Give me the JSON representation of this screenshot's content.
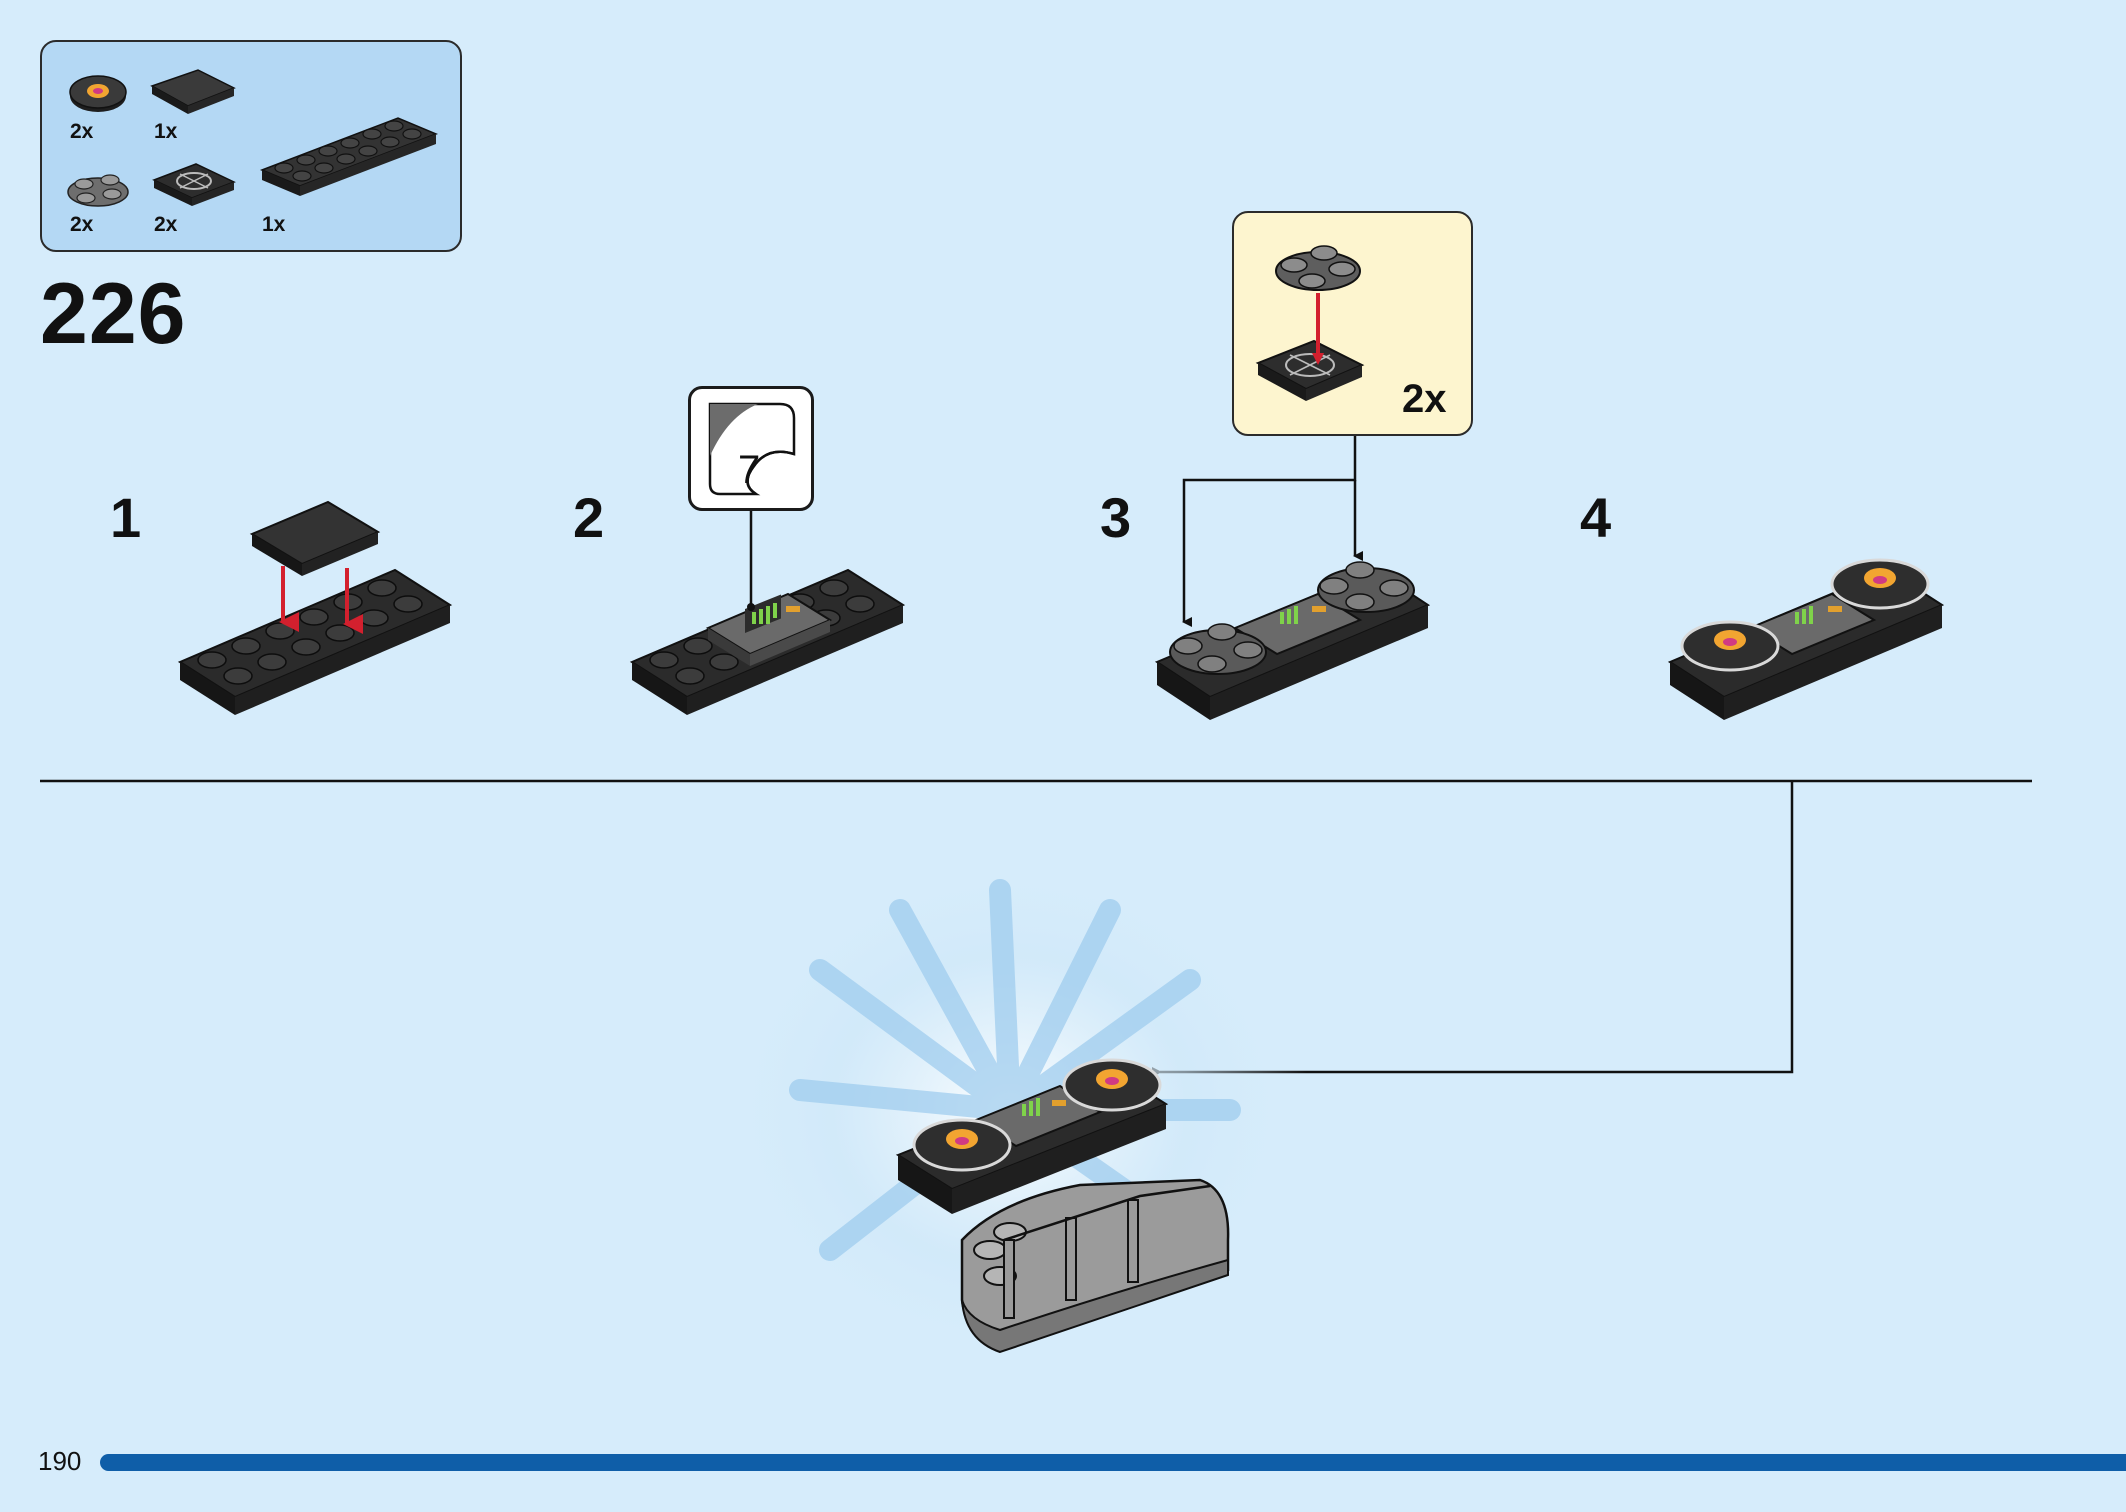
{
  "parts_list": [
    {
      "name": "round-tile-turntable",
      "qty": "2x"
    },
    {
      "name": "tile-2x2",
      "qty": "1x"
    },
    {
      "name": "round-plate-4-studs",
      "qty": "2x"
    },
    {
      "name": "turntable-base-2x2",
      "qty": "2x"
    },
    {
      "name": "plate-2x6",
      "qty": "1x"
    }
  ],
  "step": {
    "number": "226"
  },
  "sub_steps": [
    "1",
    "2",
    "3",
    "4"
  ],
  "sticker": {
    "number": "7"
  },
  "callout": {
    "multiplier": "2x"
  },
  "page": {
    "number": "190"
  },
  "colors": {
    "background": "#d6ecfb",
    "parts_box": "#b4d8f4",
    "callout": "#fdf5cf",
    "progress": "#0f5ea8",
    "brick": "#2a2a2a",
    "arrow_red": "#d3202e"
  }
}
